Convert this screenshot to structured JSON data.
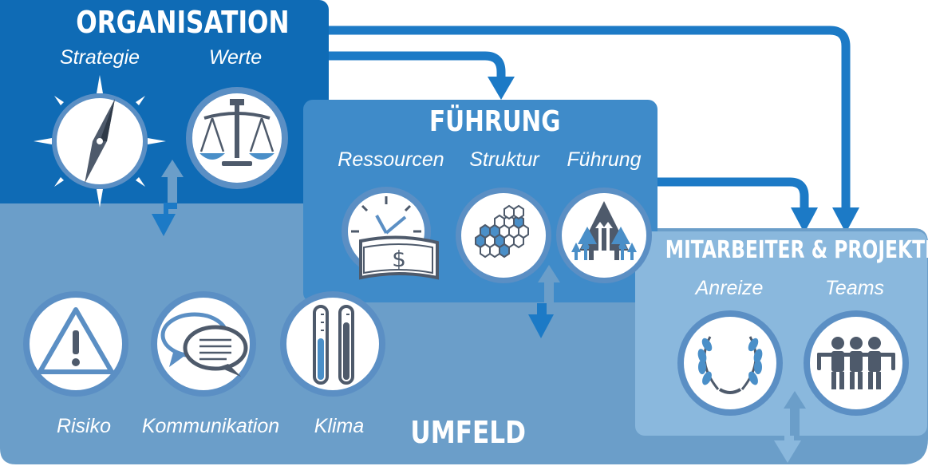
{
  "umfeld": {
    "title": "UMFELD",
    "items": [
      "Risiko",
      "Kommunikation",
      "Klima"
    ],
    "color": "#6b9ec9"
  },
  "organisation": {
    "title": "ORGANISATION",
    "items": [
      "Strategie",
      "Werte"
    ],
    "color": "#0f6bb5"
  },
  "fuehrung": {
    "title": "FÜHRUNG",
    "items": [
      "Ressourcen",
      "Struktur",
      "Führung"
    ],
    "color": "#3f8bc9"
  },
  "mitarbeiter": {
    "title": "MITARBEITER & PROJEKTE",
    "items": [
      "Anreize",
      "Teams"
    ],
    "color": "#8ab8dd"
  },
  "colors": {
    "arrow": "#1c7ac6",
    "icon_dark": "#4e5a6b",
    "icon_accent": "#4a8fc8",
    "icon_bg": "#ffffff"
  },
  "icons": {
    "strategie": "compass-icon",
    "werte": "scales-icon",
    "ressourcen": "clock-money-icon",
    "struktur": "hexagon-network-icon",
    "fuehrung": "upward-arrows-icon",
    "risiko": "warning-triangle-icon",
    "kommunikation": "speech-bubbles-icon",
    "klima": "thermometer-icon",
    "anreize": "laurel-wreath-icon",
    "teams": "team-people-icon"
  }
}
